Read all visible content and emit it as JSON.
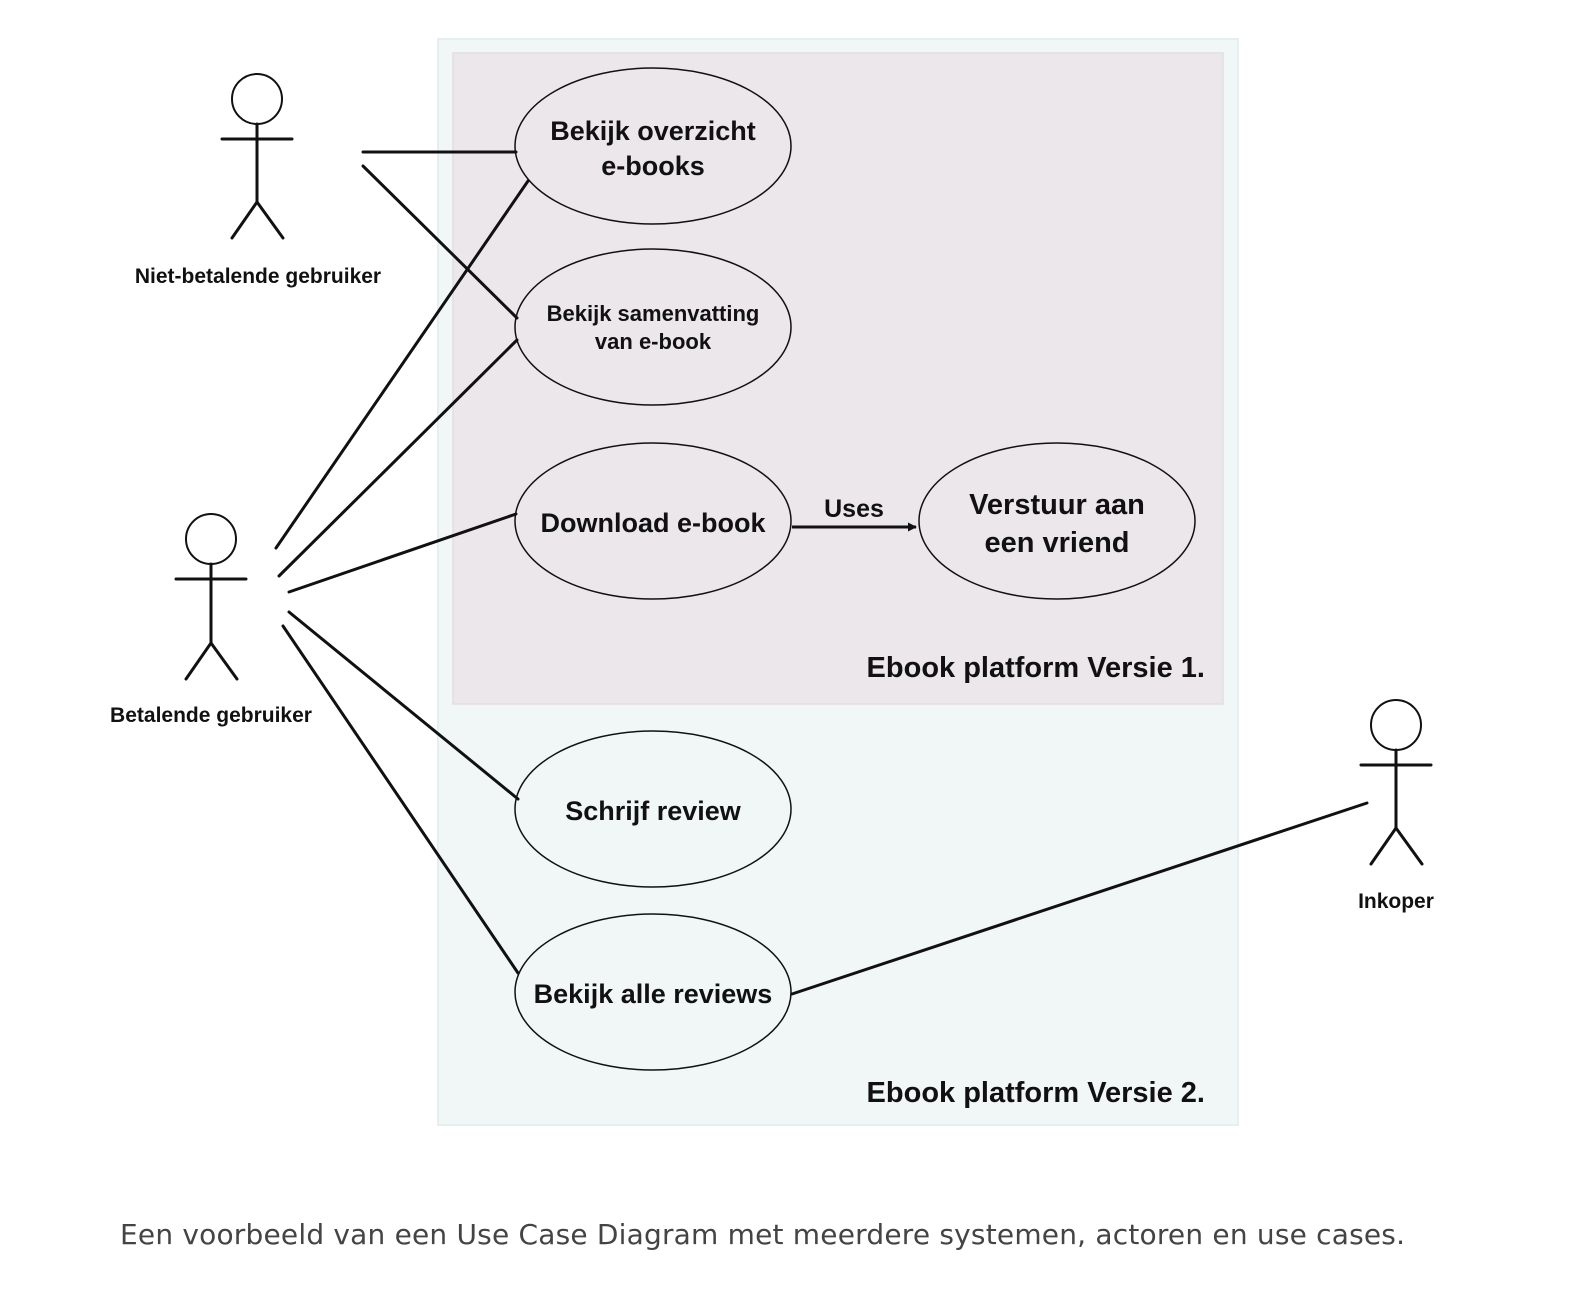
{
  "systems": [
    {
      "id": "v2",
      "label": "Ebook platform Versie 2.",
      "fill": "#f1f7f7"
    },
    {
      "id": "v1",
      "label": "Ebook platform Versie 1.",
      "fill": "#ebe7eb"
    }
  ],
  "actors": [
    {
      "id": "niet-betalend",
      "label": "Niet-betalende gebruiker"
    },
    {
      "id": "betalend",
      "label": "Betalende gebruiker"
    },
    {
      "id": "inkoper",
      "label": "Inkoper"
    }
  ],
  "use_cases": [
    {
      "id": "overzicht",
      "lines": [
        "Bekijk overzicht",
        "e-books"
      ]
    },
    {
      "id": "samenvatting",
      "lines": [
        "Bekijk samenvatting",
        "van e-book"
      ]
    },
    {
      "id": "download",
      "lines": [
        "Download e-book"
      ]
    },
    {
      "id": "versturen",
      "lines": [
        "Verstuur aan",
        "een vriend"
      ]
    },
    {
      "id": "schrijf-review",
      "lines": [
        "Schrijf review"
      ]
    },
    {
      "id": "alle-reviews",
      "lines": [
        "Bekijk alle reviews"
      ]
    }
  ],
  "relations": [
    {
      "from": "niet-betalend",
      "to": "overzicht",
      "type": "association"
    },
    {
      "from": "niet-betalend",
      "to": "samenvatting",
      "type": "association"
    },
    {
      "from": "betalend",
      "to": "overzicht",
      "type": "association"
    },
    {
      "from": "betalend",
      "to": "samenvatting",
      "type": "association"
    },
    {
      "from": "betalend",
      "to": "download",
      "type": "association"
    },
    {
      "from": "betalend",
      "to": "schrijf-review",
      "type": "association"
    },
    {
      "from": "betalend",
      "to": "alle-reviews",
      "type": "association"
    },
    {
      "from": "inkoper",
      "to": "alle-reviews",
      "type": "association"
    },
    {
      "from": "download",
      "to": "versturen",
      "type": "uses",
      "label": "Uses"
    }
  ],
  "caption": "Een voorbeeld van een Use Case Diagram met meerdere systemen, actoren en use cases."
}
